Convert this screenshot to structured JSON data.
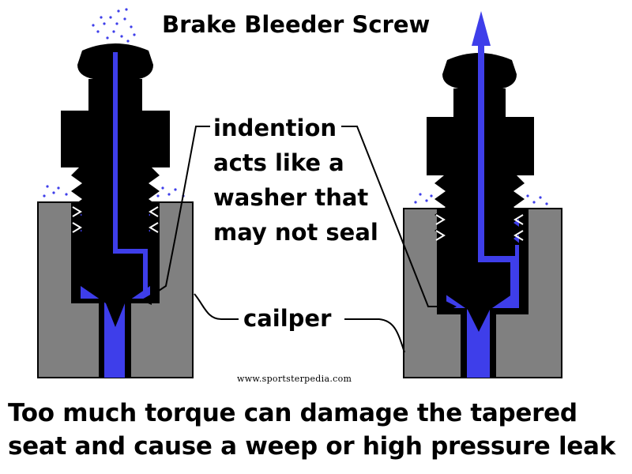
{
  "title": "Brake Bleeder Screw",
  "callout": {
    "lines": [
      "indention",
      "acts like a",
      "washer that",
      "may not seal"
    ]
  },
  "part_label": "cailper",
  "watermark": "www.sportsterpedia.com",
  "caption": {
    "line1": "Too much torque can damage the tapered",
    "line2": "seat and cause a weep or high pressure leak"
  },
  "colors": {
    "caliper": "#808080",
    "screw": "#000000",
    "fluid": "#3e3eea",
    "background": "#ffffff"
  }
}
